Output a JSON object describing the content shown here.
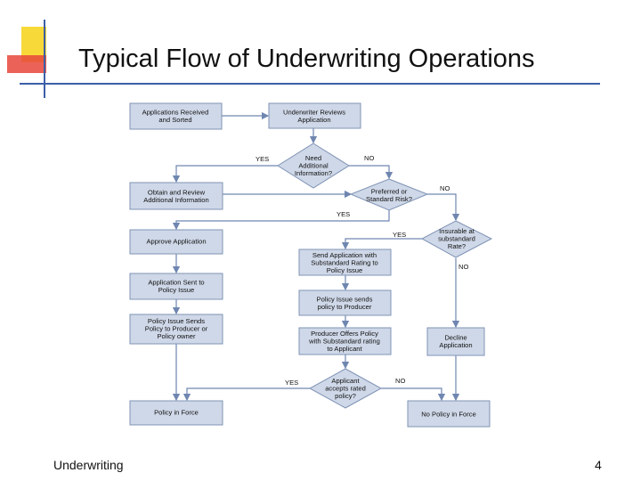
{
  "slide": {
    "title": "Typical Flow of Underwriting Operations",
    "footer_left": "Underwriting",
    "page_number": "4"
  },
  "colors": {
    "box_fill": "#cfd8e8",
    "box_stroke": "#7f93b5",
    "arrow": "#6f86b0",
    "deco_yellow": "#f7d93a",
    "deco_red": "#e8463c",
    "deco_blue": "#3d5fa8"
  },
  "diagram": {
    "nodes": {
      "received": [
        "Applications Received",
        "and Sorted"
      ],
      "reviews": [
        "Underwriter Reviews",
        "Application"
      ],
      "need_info": [
        "Need",
        "Additional",
        "Information?"
      ],
      "obtain": [
        "Obtain and Review",
        "Additional Information"
      ],
      "preferred": [
        "Preferred or",
        "Standard Risk?"
      ],
      "approve": [
        "Approve Application"
      ],
      "insurable": [
        "Insurable at",
        "substandard",
        "Rate?"
      ],
      "send_sub": [
        "Send Application with",
        "Substandard Rating to",
        "Policy Issue"
      ],
      "sent_issue": [
        "Application Sent to",
        "Policy Issue"
      ],
      "issue_sends": [
        "Policy Issue sends",
        "policy to Producer"
      ],
      "issue_sends_owner": [
        "Policy Issue Sends",
        "Policy to Producer or",
        "Policy owner"
      ],
      "producer_offers": [
        "Producer Offers Policy",
        "with Substandard rating",
        "to Applicant"
      ],
      "decline": [
        "Decline",
        "Application"
      ],
      "accepts": [
        "Applicant",
        "accepts rated",
        "policy?"
      ],
      "in_force": [
        "Policy in Force"
      ],
      "no_policy": [
        "No Policy in Force"
      ]
    },
    "edge_labels": {
      "need_yes": "YES",
      "need_no": "NO",
      "pref_no": "NO",
      "pref_yes": "YES",
      "ins_yes": "YES",
      "ins_no": "NO",
      "acc_yes": "YES",
      "acc_no": "NO"
    }
  }
}
